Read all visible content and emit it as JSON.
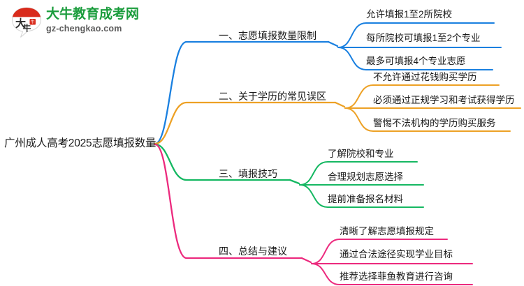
{
  "logo": {
    "name": "daniu-education-logo",
    "title": "大牛教育成考网",
    "subtitle": "gz-chengkao.com",
    "mark_text": "大牛",
    "title_color": "#1a9c3c",
    "mark_color": "#d92b1c"
  },
  "mindmap": {
    "root": {
      "label": "广州成人高考2025志愿填报数量"
    },
    "branches": [
      {
        "label": "一、志愿填报数量限制",
        "color": "#1a80e0",
        "children": [
          {
            "label": "允许填报1至2所院校"
          },
          {
            "label": "每所院校可填报1至2个专业"
          },
          {
            "label": "最多可填报4个专业志愿"
          }
        ]
      },
      {
        "label": "二、关于学历的常见误区",
        "color": "#eda125",
        "children": [
          {
            "label": "不允许通过花钱购买学历"
          },
          {
            "label": "必须通过正规学习和考试获得学历"
          },
          {
            "label": "警惕不法机构的学历购买服务"
          }
        ]
      },
      {
        "label": "三、填报技巧",
        "color": "#15b862",
        "children": [
          {
            "label": "了解院校和专业"
          },
          {
            "label": "合理规划志愿选择"
          },
          {
            "label": "提前准备报名材料"
          }
        ]
      },
      {
        "label": "四、总结与建议",
        "color": "#ec2a7e",
        "children": [
          {
            "label": "清晰了解志愿填报规定"
          },
          {
            "label": "通过合法途径实现学业目标"
          },
          {
            "label": "推荐选择菲鱼教育进行咨询"
          }
        ]
      }
    ]
  }
}
